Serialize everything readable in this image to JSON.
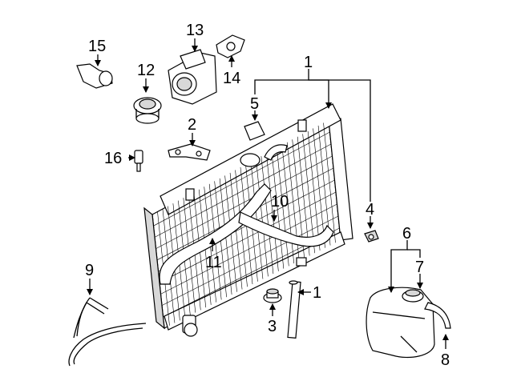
{
  "callouts": {
    "c1_top": "1",
    "c1_bottom": "1",
    "c2": "2",
    "c3": "3",
    "c4": "4",
    "c5": "5",
    "c6": "6",
    "c7": "7",
    "c8": "8",
    "c9": "9",
    "c10": "10",
    "c11": "11",
    "c12": "12",
    "c13": "13",
    "c14": "14",
    "c15": "15",
    "c16": "16"
  }
}
